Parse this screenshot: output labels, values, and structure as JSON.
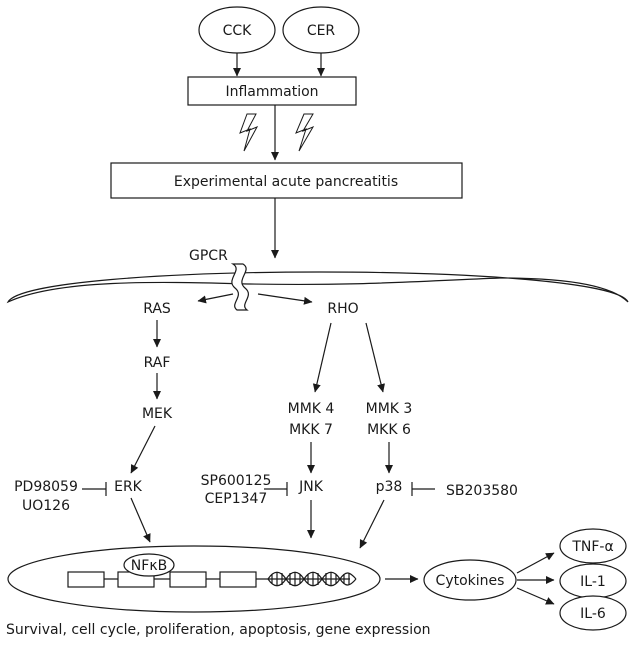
{
  "nodes": {
    "cck": "CCK",
    "cer": "CER",
    "inflammation": "Inflammation",
    "experimental_acute_pancreatitis": "Experimental acute pancreatitis",
    "gpcr": "GPCR",
    "ras": "RAS",
    "rho": "RHO",
    "raf": "RAF",
    "mek": "MEK",
    "mmk4": "MMK 4",
    "mkk7": "MKK 7",
    "mmk3": "MMK 3",
    "mkk6": "MKK 6",
    "erk": "ERK",
    "jnk": "JNK",
    "p38": "p38",
    "nfkb": "NFκB",
    "cytokines": "Cytokines",
    "tnf_alpha": "TNF-α",
    "il1": "IL-1",
    "il6": "IL-6"
  },
  "inhibitors": {
    "erk_1": "PD98059",
    "erk_2": "UO126",
    "jnk_1": "SP600125",
    "jnk_2": "CEP1347",
    "p38_1": "SB203580"
  },
  "footer": "Survival, cell cycle, proliferation, apoptosis, gene expression"
}
